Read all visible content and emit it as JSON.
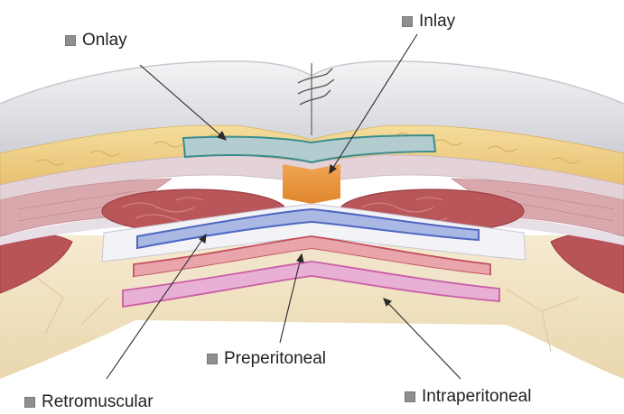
{
  "labels": {
    "onlay": "Onlay",
    "inlay": "Inlay",
    "retromuscular": "Retromuscular",
    "preperitoneal": "Preperitoneal",
    "intraperitoneal": "Intraperitoneal"
  },
  "colors": {
    "skin": "#dedfe3",
    "fat": "#efd38c",
    "muscle": "#b8595a",
    "fascia": "#e4dbe0",
    "onlay_mesh": "#a9c4c8",
    "inlay_mesh": "#e8953d",
    "retromuscular_mesh": "#5b75c8",
    "preperitoneal_mesh": "#d77c84",
    "intraperitoneal_mesh": "#d98bc0",
    "label_marker": "#8f8f8f"
  }
}
